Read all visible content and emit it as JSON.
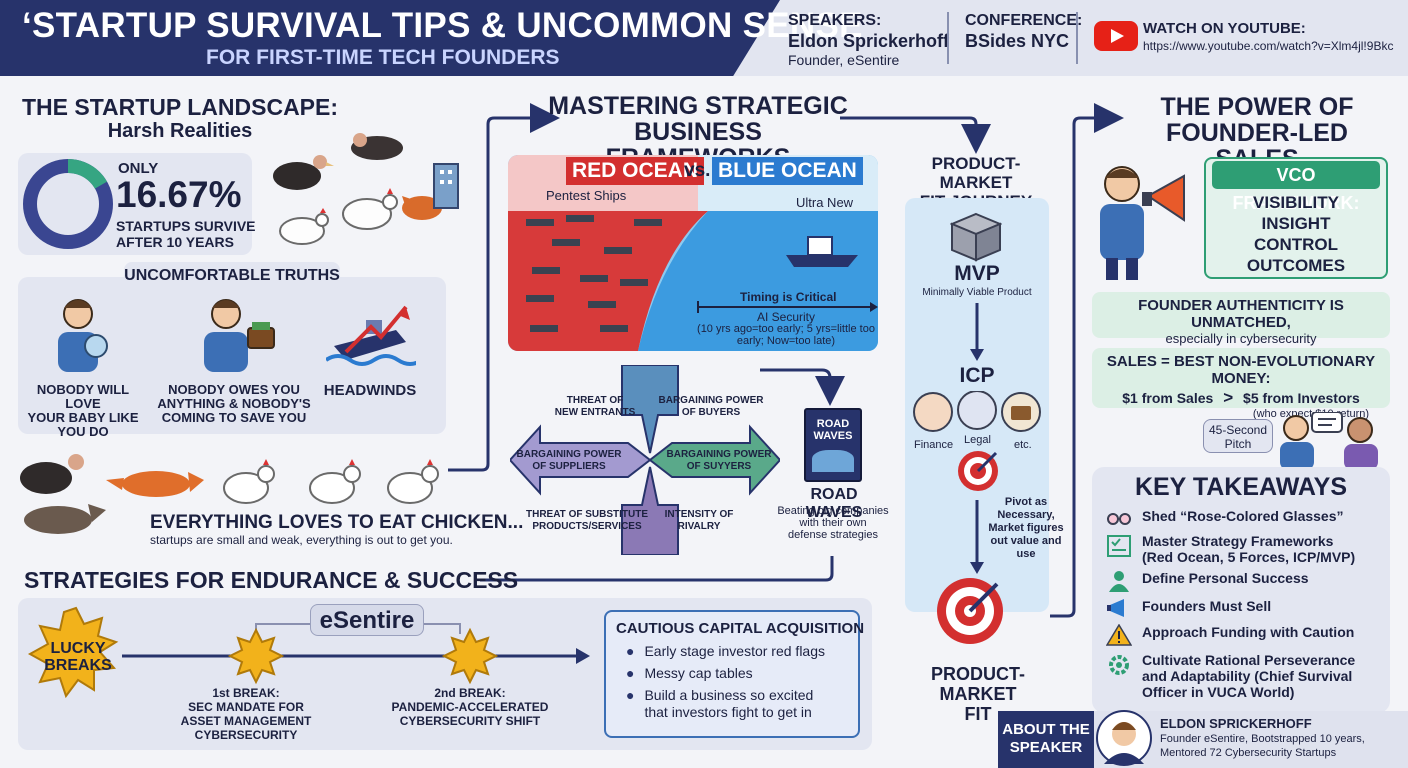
{
  "header": {
    "title": "‘STARTUP SURVIVAL TIPS & UNCOMMON SENSE",
    "subtitle": "FOR FIRST-TIME TECH FOUNDERS",
    "speakers_label": "SPEAKERS:",
    "speaker_name": "Eldon Sprickerhoff",
    "speaker_role": "Founder, eSentire",
    "conference_label": "CONFERENCE:",
    "conference_name": "BSides NYC",
    "youtube_label": "WATCH ON YOUTUBE:",
    "youtube_url": "https://www.youtube.com/watch?v=Xlm4jl!9Bkc"
  },
  "landscape": {
    "title": "THE STARTUP LANDSCAPE:",
    "subtitle": "Harsh Realities",
    "only": "ONLY",
    "percent": "16.67%",
    "percent_value": 16.67,
    "survive_line1": "STARTUPS SURVIVE",
    "survive_line2": "AFTER 10 YEARS",
    "truths_title": "UNCOMFORTABLE TRUTHS",
    "truths": [
      {
        "line1": "NOBODY WILL LOVE",
        "line2": "YOUR BABY LIKE",
        "line3": "YOU DO"
      },
      {
        "line1": "NOBODY OWES YOU",
        "line2": "ANYTHING & NOBODY'S",
        "line3": "COMING TO SAVE YOU"
      },
      {
        "line1": "HEADWINDS",
        "line2": "",
        "line3": ""
      }
    ],
    "chicken_title": "EVERYTHING LOVES TO EAT CHICKEN...",
    "chicken_sub": "startups are small and weak, everything is out to get you."
  },
  "frameworks": {
    "title_line1": "MASTERING STRATEGIC",
    "title_line2": "BUSINESS FRAMEWORKS",
    "red_ocean": "RED OCEAN",
    "vs": "vs.",
    "blue_ocean": "BLUE OCEAN",
    "pentest": "Pentest Ships",
    "ultra_new": "Ultra New",
    "timing": "Timing is Critical",
    "ai_security": "AI Security",
    "ai_note_line1": "(10 yrs ago=too early; 5 yrs=little too",
    "ai_note_line2": "early; Now=too late)",
    "forces": {
      "new_entrants_1": "THREAT OF",
      "new_entrants_2": "NEW ENTRANTS",
      "buyers_1": "BARGAINING POWER",
      "buyers_2": "OF BUYERS",
      "suppliers_1": "BARGAINING POWER",
      "suppliers_2": "OF SUPPLIERS",
      "suyyers_1": "BARGAINING POWER",
      "suyyers_2": "OF SUYYERS",
      "substitute_1": "THREAT OF SUBSTITUTE",
      "substitute_2": "PRODUCTS/SERVICES",
      "rivalry_1": "INTENSITY OF",
      "rivalry_2": "RIVALRY"
    },
    "book_line1": "ROAD",
    "book_line2": "WAVES",
    "road_waves": "ROAD WAVES",
    "road_desc_1": "Beating big companies",
    "road_desc_2": "with their own",
    "road_desc_3": "defense strategies"
  },
  "pmf": {
    "title_line1": "PRODUCT-MARKET",
    "title_line2": "FIT JOURNEY",
    "mvp": "MVP",
    "mvp_desc": "Minimally Viable Product",
    "icp": "ICP",
    "finance": "Finance",
    "legal": "Legal",
    "etc": "etc.",
    "pivot_1": "Pivot as",
    "pivot_2": "Necessary,",
    "pivot_3": "Market figures",
    "pivot_4": "out value and",
    "pivot_5": "use",
    "fit_line1": "PRODUCT-MARKET",
    "fit_line2": "FIT"
  },
  "sales": {
    "title_line1": "THE POWER OF",
    "title_line2": "FOUNDER-LED SALES",
    "vco_title": "VCO FRAMEWORK:",
    "vco_items": [
      "VISIBILITY",
      "INSIGHT",
      "CONTROL",
      "OUTCOMES"
    ],
    "auth_title": "FOUNDER AUTHENTICITY IS UNMATCHED,",
    "auth_sub": "especially in cybersecurity",
    "money_title": "SALES = BEST NON-EVOLUTIONARY MONEY:",
    "money_left": "$1 from Sales",
    "money_gt": ">",
    "money_right": "$5 from Investors",
    "money_note": "(who expect $10 return)",
    "pitch_1": "45-Second",
    "pitch_2": "Pitch"
  },
  "takeaways": {
    "title": "KEY TAKEAWAYS",
    "items": [
      {
        "line1": "Shed “Rose-Colored Glasses”",
        "line2": "",
        "line3": "",
        "icon": "glasses-icon"
      },
      {
        "line1": "Master Strategy Frameworks",
        "line2": "(Red Ocean, 5 Forces, ICP/MVP)",
        "line3": "",
        "icon": "framework-icon"
      },
      {
        "line1": "Define Personal Success",
        "line2": "",
        "line3": "",
        "icon": "person-icon"
      },
      {
        "line1": "Founders Must Sell",
        "line2": "",
        "line3": "",
        "icon": "megaphone-icon"
      },
      {
        "line1": "Approach Funding with Caution",
        "line2": "",
        "line3": "",
        "icon": "warning-icon"
      },
      {
        "line1": "Cultivate Rational Perseverance",
        "line2": "and Adaptability (Chief Survival",
        "line3": "Officer in VUCA World)",
        "icon": "gear-icon"
      }
    ]
  },
  "strategies": {
    "title": "STRATEGIES FOR ENDURANCE & SUCCESS",
    "esentire": "eSentire",
    "lucky_1": "LUCKY",
    "lucky_2": "BREAKS",
    "break1_1": "1st BREAK:",
    "break1_2": "SEC MANDATE FOR",
    "break1_3": "ASSET MANAGEMENT",
    "break1_4": "CYBERSECURITY",
    "break2_1": "2nd BREAK:",
    "break2_2": "PANDEMIC-ACCELERATED",
    "break2_3": "CYBERSECURITY SHIFT",
    "capital_title": "CAUTIOUS CAPITAL ACQUISITION",
    "capital_items": [
      {
        "line1": "Early stage investor red flags",
        "line2": ""
      },
      {
        "line1": "Messy cap tables",
        "line2": ""
      },
      {
        "line1": "Build a business so excited",
        "line2": "that investors fight to get in"
      }
    ]
  },
  "about": {
    "label_1": "ABOUT THE",
    "label_2": "SPEAKER",
    "name": "ELDON SPRICKERHOFF",
    "line1": "Founder eSentire, Bootstrapped 10 years,",
    "line2": "Mentored 72 Cybersecurity Startups"
  },
  "colors": {
    "navy": "#27336b",
    "red": "#d32f2f",
    "blue": "#2b7bd0",
    "green": "#2e9e74",
    "gold": "#f2b21b"
  }
}
